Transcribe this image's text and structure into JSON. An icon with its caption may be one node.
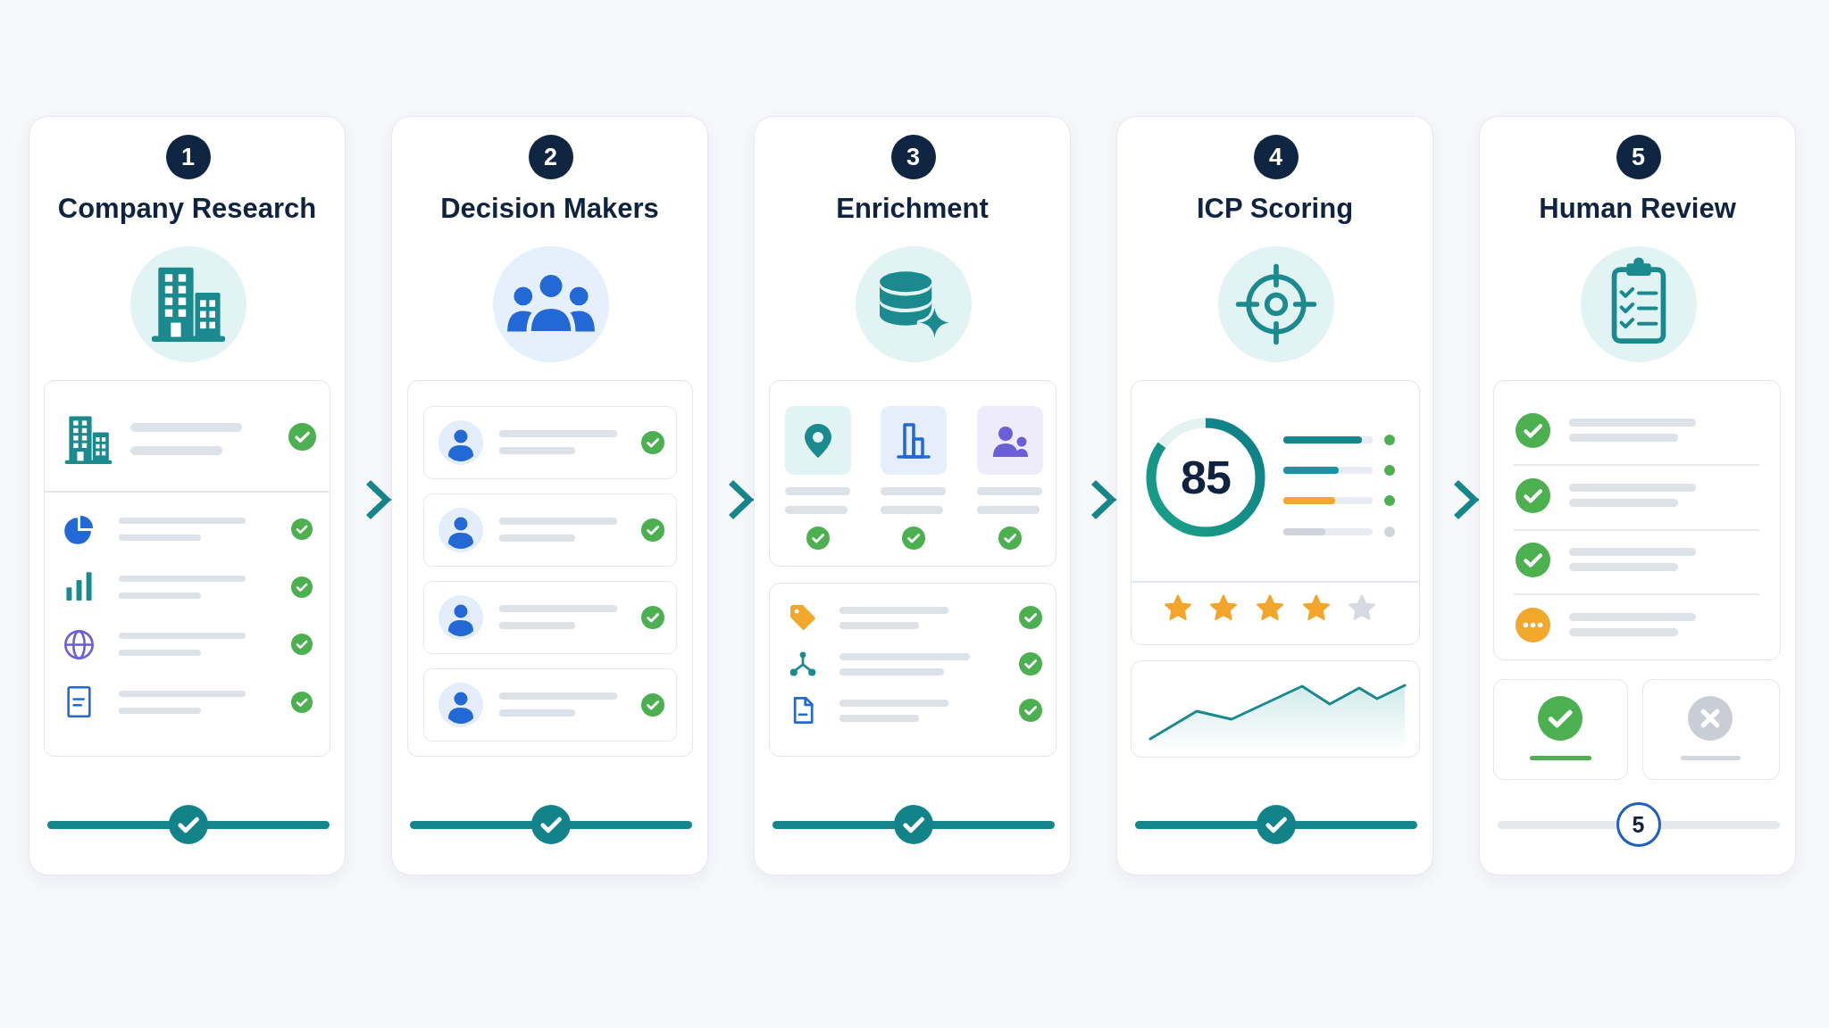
{
  "diagram": {
    "nodes": [
      {
        "text": [
          "Company Research"
        ]
      },
      {
        "text": [
          "1"
        ],
        "in": 0
      },
      {
        "text": [
          "Decision Makers"
        ]
      },
      {
        "text": [
          "2"
        ],
        "in": 2
      },
      {
        "text": [
          "Enrichment"
        ]
      },
      {
        "text": [
          "3"
        ],
        "in": 4
      },
      {
        "text": [
          "ICP Scoring"
        ]
      },
      {
        "text": [
          "4"
        ],
        "in": 6
      },
      {
        "text": [
          "85"
        ],
        "in": 6
      },
      {
        "text": [
          "Human Review"
        ]
      },
      {
        "text": [
          "5"
        ],
        "in": 9
      },
      {
        "text": [
          "5"
        ],
        "in": 9
      }
    ],
    "edges": [
      {
        "from": 0,
        "to": 2,
        "arrow": "to"
      },
      {
        "from": 2,
        "to": 4,
        "arrow": "to"
      },
      {
        "from": 4,
        "to": 6,
        "arrow": "to"
      },
      {
        "from": 6,
        "to": 9,
        "arrow": "to"
      }
    ]
  }
}
